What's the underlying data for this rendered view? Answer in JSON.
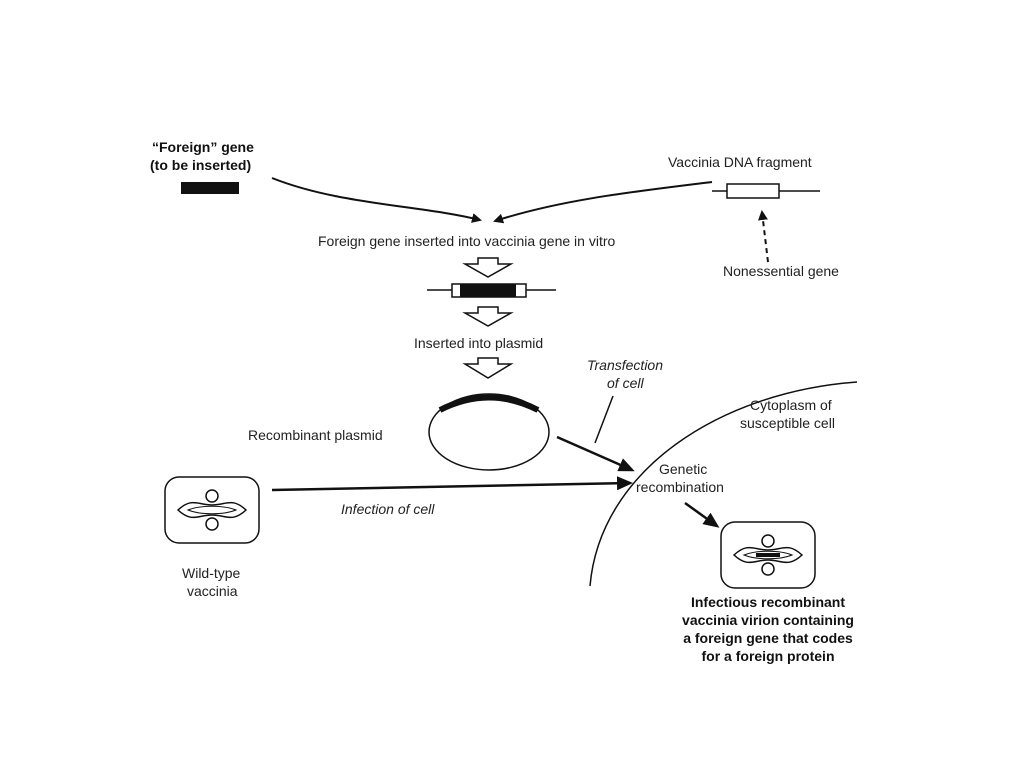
{
  "labels": {
    "foreign_gene_line1": "“Foreign” gene",
    "foreign_gene_line2": "(to be inserted)",
    "vaccinia_dna_fragment": "Vaccinia DNA fragment",
    "step_inserted_in_vitro": "Foreign gene inserted into vaccinia gene in vitro",
    "nonessential_gene": "Nonessential gene",
    "step_inserted_into_plasmid": "Inserted into plasmid",
    "transfection_line1": "Transfection",
    "transfection_line2": "of cell",
    "cytoplasm_line1": "Cytoplasm of",
    "cytoplasm_line2": "susceptible cell",
    "recombinant_plasmid": "Recombinant plasmid",
    "genetic_recombination_line1": "Genetic",
    "genetic_recombination_line2": "recombination",
    "infection_of_cell": "Infection of cell",
    "wild_type_line1": "Wild-type",
    "wild_type_line2": "vaccinia",
    "result_line1": "Infectious recombinant",
    "result_line2": "vaccinia virion containing",
    "result_line3": "a foreign gene that codes",
    "result_line4": "for a foreign protein"
  },
  "colors": {
    "ink": "#111111",
    "text": "#222222",
    "background": "#ffffff"
  }
}
